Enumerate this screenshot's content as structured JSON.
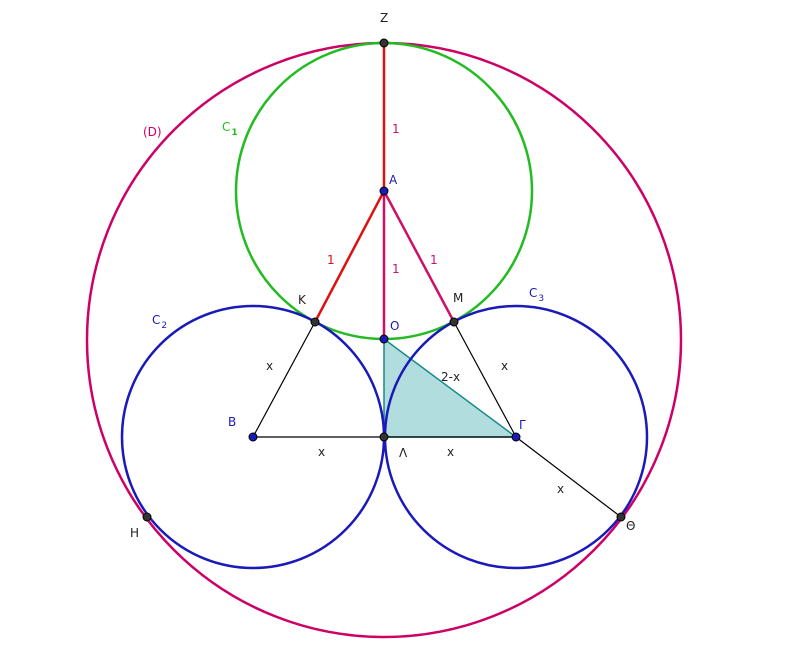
{
  "colors": {
    "outer_circle": "#cc0066",
    "c1": "#22bb22",
    "c2_c3": "#1a1ab8",
    "radius_red": "#dd1111",
    "radius_magenta": "#cc1166",
    "segment": "#000000",
    "triangle_fill": "#7fc6c8",
    "triangle_stroke": "#1a8a8a",
    "point_blue": "#1a1ab8",
    "point_dark": "#333333",
    "label_dark": "#222222"
  },
  "circles": {
    "D": {
      "label": "(D)"
    },
    "C1": {
      "label": "C",
      "subscript": "1"
    },
    "C2": {
      "label": "C",
      "subscript": "2"
    },
    "C3": {
      "label": "C",
      "subscript": "3"
    }
  },
  "points": {
    "Z": "Z",
    "A": "A",
    "K": "K",
    "M": "M",
    "O": "O",
    "B": "B",
    "L": "Λ",
    "G": "Γ",
    "H": "H",
    "Th": "Θ"
  },
  "segment_labels": {
    "ZA": "1",
    "AK": "1",
    "AO": "1",
    "AM": "1",
    "BK": "x",
    "BL": "x",
    "LG": "x",
    "MG": "x",
    "OG": "2-x",
    "GTh": "x"
  }
}
